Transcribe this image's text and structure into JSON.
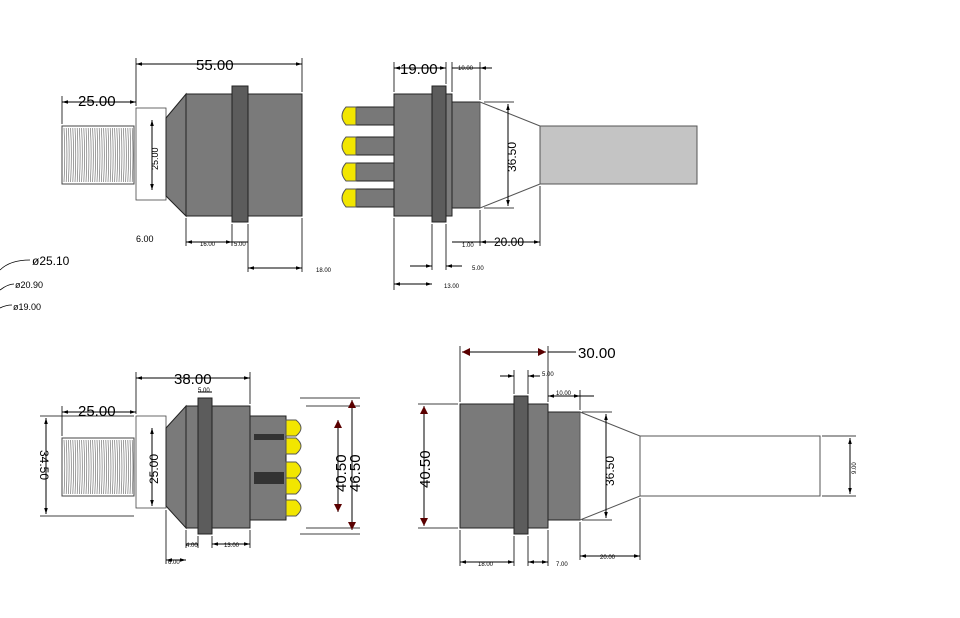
{
  "drawing": {
    "top_left": {
      "length": "55.00",
      "thread_len": "25.00",
      "inner": "25.00",
      "d1": "6.00",
      "d2": "16.00",
      "d3": "5.00",
      "d4": "18.00"
    },
    "diameters": [
      "ø25.10",
      "ø20.90",
      "ø19.00"
    ],
    "top_right": {
      "d19": "19.00",
      "d10": "10.00",
      "d365": "36.50",
      "d1": "1.00",
      "d20": "20.00",
      "d5": "5.00",
      "d13": "13.00"
    },
    "bottom_left": {
      "d38": "38.00",
      "d25a": "25.00",
      "d5": "5.00",
      "d3450": "34.50",
      "d25b": "25.00",
      "d4050": "40.50",
      "d4650": "46.50",
      "d4": "4.00",
      "d13": "13.00",
      "d6": "6.00"
    },
    "bottom_right": {
      "d30": "30.00",
      "d5": "5.00",
      "d10": "10.00",
      "d4050": "40.50",
      "d3650": "36.50",
      "d9": "9.00",
      "d18": "18.00",
      "d7": "7.00",
      "d20": "20.00"
    }
  }
}
